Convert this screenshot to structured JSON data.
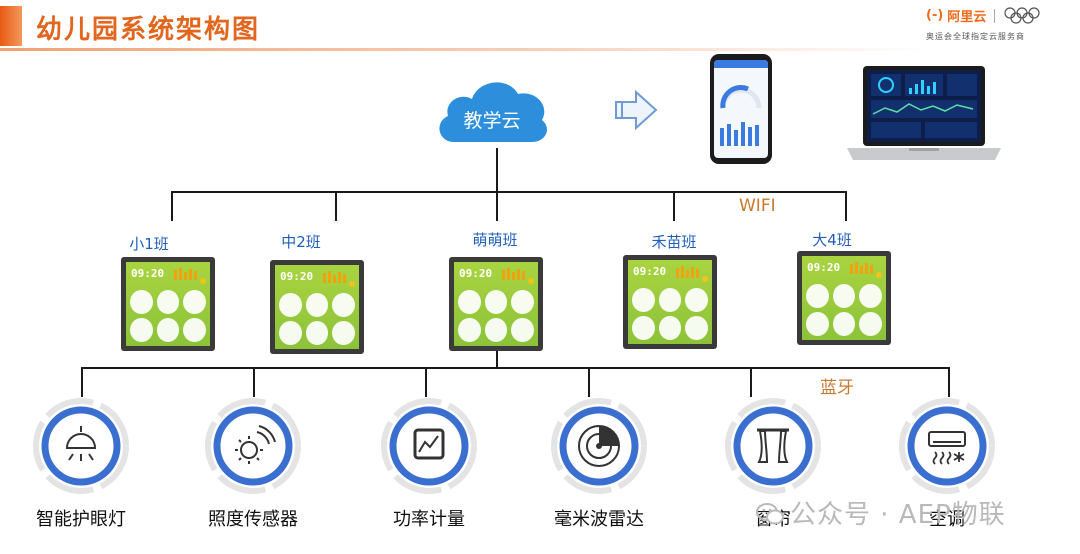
{
  "header": {
    "title": "幼儿园系统架构图",
    "brand_mark": "(-)",
    "brand_name": "阿里云",
    "brand_sub": "奥运会全球指定云服务商"
  },
  "cloud": {
    "label": "教学云"
  },
  "panel": {
    "time": "09:20"
  },
  "network": {
    "wifi_label": "WIFI",
    "bluetooth_label": "蓝牙"
  },
  "classes": [
    {
      "label": "小1班"
    },
    {
      "label": "中2班"
    },
    {
      "label": "萌萌班"
    },
    {
      "label": "禾苗班"
    },
    {
      "label": "大4班"
    }
  ],
  "devices": [
    {
      "label": "智能护眼灯",
      "icon": "ceiling-lamp-icon"
    },
    {
      "label": "照度传感器",
      "icon": "light-sensor-icon"
    },
    {
      "label": "功率计量",
      "icon": "power-meter-icon"
    },
    {
      "label": "毫米波雷达",
      "icon": "radar-icon"
    },
    {
      "label": "窗帘",
      "icon": "curtain-icon"
    },
    {
      "label": "空调",
      "icon": "air-conditioner-icon"
    }
  ],
  "watermark": "公众号 · AEP物联",
  "colors": {
    "accent": "#e2661e",
    "cloud": "#2d8fdb",
    "class_label": "#1f5fb8",
    "network_label": "#c77a2e",
    "ring_blue": "#3a6fd0"
  }
}
